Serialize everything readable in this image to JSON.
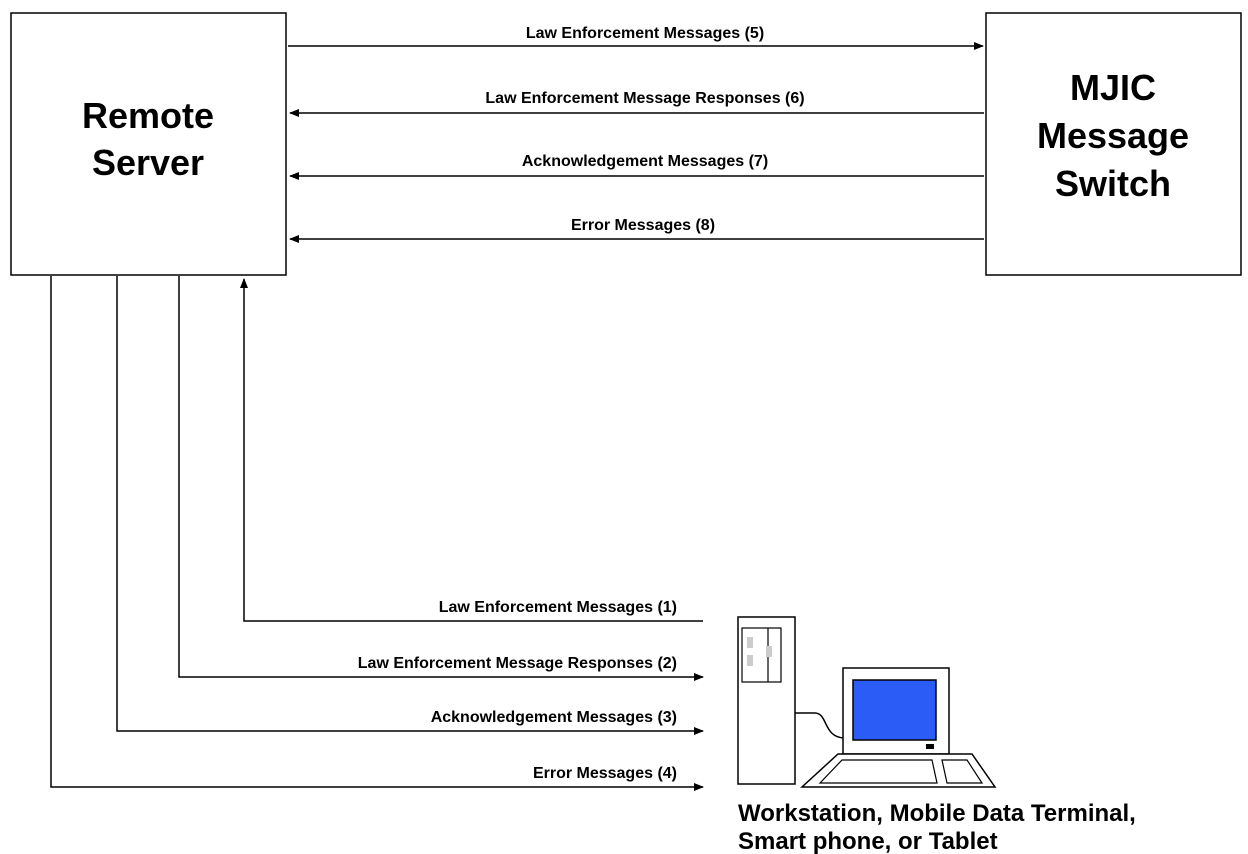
{
  "remote_server": {
    "line1": "Remote",
    "line2": "Server"
  },
  "mjic_switch": {
    "line1": "MJIC",
    "line2": "Message",
    "line3": "Switch"
  },
  "top_flows": {
    "law_enforcement_messages": "Law Enforcement Messages (5)",
    "law_enforcement_message_responses": "Law Enforcement Message Responses (6)",
    "acknowledgement_messages": "Acknowledgement Messages (7)",
    "error_messages": "Error Messages (8)"
  },
  "bottom_flows": {
    "law_enforcement_messages": "Law Enforcement Messages (1)",
    "law_enforcement_message_responses": "Law Enforcement Message Responses (2)",
    "acknowledgement_messages": "Acknowledgement Messages (3)",
    "error_messages": "Error Messages (4)"
  },
  "device_caption": {
    "line1": "Workstation, Mobile Data Terminal,",
    "line2": "Smart phone, or Tablet"
  },
  "colors": {
    "screen": "#2c5cf6",
    "screen_frame": "#ffffff",
    "cabinet_bay": "#cccccc"
  }
}
